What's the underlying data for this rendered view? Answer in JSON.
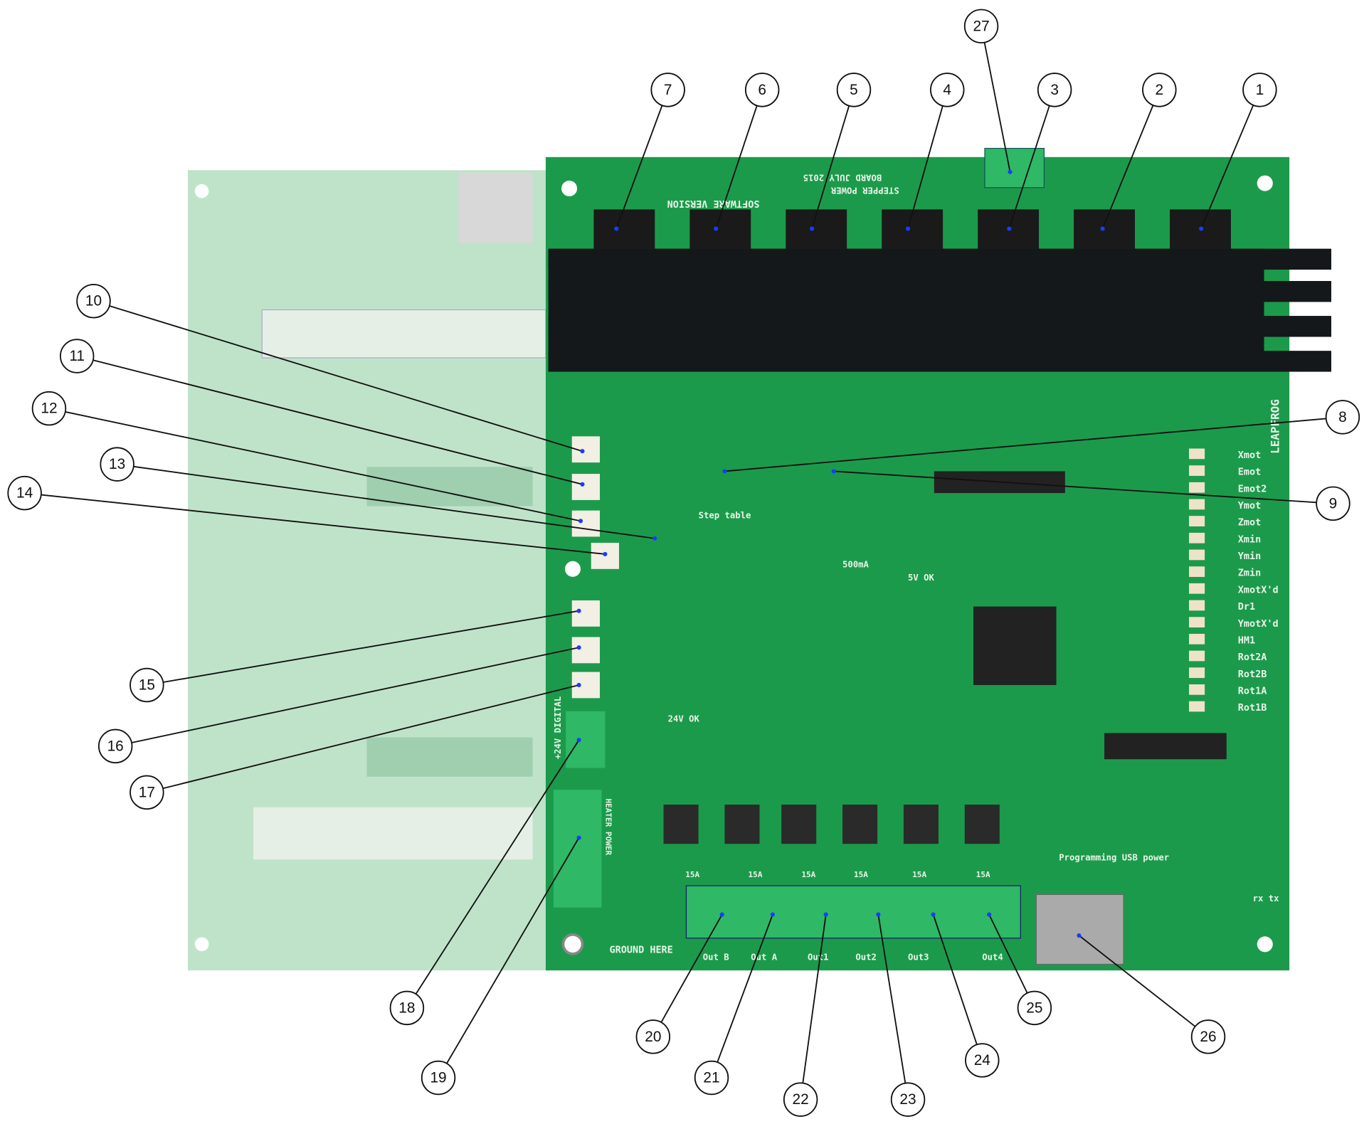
{
  "diagram": {
    "callouts": [
      "1",
      "2",
      "3",
      "4",
      "5",
      "6",
      "7",
      "8",
      "9",
      "10",
      "11",
      "12",
      "13",
      "14",
      "15",
      "16",
      "17",
      "18",
      "19",
      "20",
      "21",
      "22",
      "23",
      "24",
      "25",
      "26",
      "27"
    ],
    "board_labels": {
      "brand": "LEAPFROG",
      "software_version": "SOFTWARE VERSION",
      "board_date": "BOARD JULY 2015",
      "stepper_power": "STEPPER POWER",
      "ground_here": "GROUND HERE",
      "digital": "+24V DIGITAL",
      "heater_power": "HEATER POWER",
      "programming": "Programming USB power",
      "outputs": [
        "Out B",
        "Out A",
        "Out1",
        "Out2",
        "Out3",
        "Out4"
      ],
      "leds": [
        "Xmot",
        "Emot",
        "Emot2",
        "Ymot",
        "Zmot",
        "Xmin",
        "Ymin",
        "Zmin",
        "XmotX'd",
        "Dr1",
        "YmotX'd",
        "HM1",
        "Rot2A",
        "Rot2B",
        "Rot1A",
        "Rot1B"
      ],
      "fuses": [
        "15A",
        "15A",
        "15A",
        "15A",
        "15A",
        "15A"
      ],
      "misc": [
        "500mA",
        "24V OK",
        "5V OK",
        "Step table",
        "rx tx"
      ]
    },
    "colors": {
      "board": "#1c9a4b",
      "faded_board": "#bfe3c9",
      "heatsink": "#15181a",
      "connector": "#2fb866"
    }
  }
}
